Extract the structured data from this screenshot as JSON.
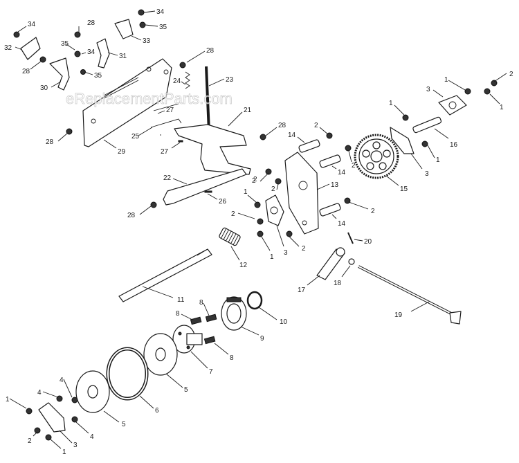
{
  "watermark": "eReplacementParts.com",
  "callouts": [
    {
      "label": "1"
    },
    {
      "label": "1"
    },
    {
      "label": "1"
    },
    {
      "label": "1"
    },
    {
      "label": "1"
    },
    {
      "label": "1"
    },
    {
      "label": "1"
    },
    {
      "label": "1"
    },
    {
      "label": "2"
    },
    {
      "label": "2"
    },
    {
      "label": "2"
    },
    {
      "label": "2"
    },
    {
      "label": "2"
    },
    {
      "label": "2"
    },
    {
      "label": "2"
    },
    {
      "label": "2"
    },
    {
      "label": "2"
    },
    {
      "label": "2"
    },
    {
      "label": "3"
    },
    {
      "label": "3"
    },
    {
      "label": "3"
    },
    {
      "label": "3"
    },
    {
      "label": "4"
    },
    {
      "label": "4"
    },
    {
      "label": "4"
    },
    {
      "label": "5"
    },
    {
      "label": "5"
    },
    {
      "label": "6"
    },
    {
      "label": "7"
    },
    {
      "label": "8"
    },
    {
      "label": "8"
    },
    {
      "label": "8"
    },
    {
      "label": "9"
    },
    {
      "label": "10"
    },
    {
      "label": "11"
    },
    {
      "label": "12"
    },
    {
      "label": "13"
    },
    {
      "label": "14"
    },
    {
      "label": "14"
    },
    {
      "label": "14"
    },
    {
      "label": "15"
    },
    {
      "label": "16"
    },
    {
      "label": "17"
    },
    {
      "label": "18"
    },
    {
      "label": "19"
    },
    {
      "label": "20"
    },
    {
      "label": "21"
    },
    {
      "label": "22"
    },
    {
      "label": "23"
    },
    {
      "label": "24"
    },
    {
      "label": "25"
    },
    {
      "label": "26"
    },
    {
      "label": "27"
    },
    {
      "label": "27"
    },
    {
      "label": "28"
    },
    {
      "label": "28"
    },
    {
      "label": "28"
    },
    {
      "label": "28"
    },
    {
      "label": "28"
    },
    {
      "label": "28"
    },
    {
      "label": "29"
    },
    {
      "label": "30"
    },
    {
      "label": "31"
    },
    {
      "label": "32"
    },
    {
      "label": "33"
    },
    {
      "label": "34"
    },
    {
      "label": "34"
    },
    {
      "label": "34"
    },
    {
      "label": "35"
    },
    {
      "label": "35"
    },
    {
      "label": "35"
    }
  ]
}
